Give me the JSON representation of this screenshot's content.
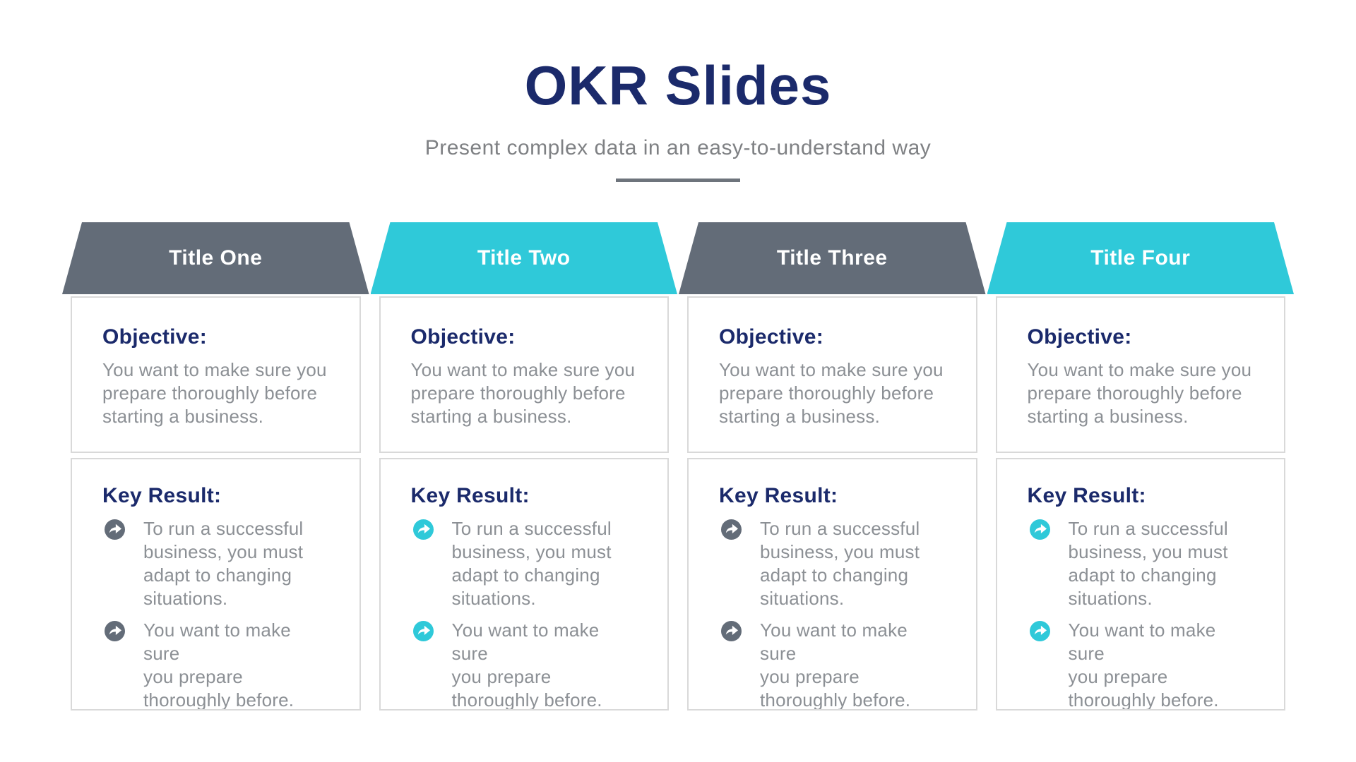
{
  "page": {
    "title": "OKR Slides",
    "subtitle": "Present complex data in an easy-to-understand way"
  },
  "colors": {
    "navy_heading": "#1b2a6b",
    "slate_gray_header": "#636c78",
    "cyan_header": "#2fc9d9",
    "body_text": "#8c9095",
    "subtitle_text": "#7f8184",
    "card_border": "#d9d9d9",
    "divider": "#6e747c",
    "header_text": "#ffffff"
  },
  "columns": [
    {
      "title": "Title One",
      "theme": "gray",
      "objective_label": "Objective:",
      "objective_text": "You want to make sure you\nprepare thoroughly before\nstarting a business.",
      "key_result_label": "Key Result:",
      "key_results": [
        {
          "icon": "circle-arrow-right-icon",
          "text": "To run a successful\nbusiness, you must\nadapt to changing\nsituations."
        },
        {
          "icon": "circle-arrow-right-icon",
          "text": "You want to make sure\nyou prepare\nthoroughly before."
        }
      ]
    },
    {
      "title": "Title Two",
      "theme": "cyan",
      "objective_label": "Objective:",
      "objective_text": "You want to make sure you\nprepare thoroughly before\nstarting a business.",
      "key_result_label": "Key Result:",
      "key_results": [
        {
          "icon": "circle-arrow-right-icon",
          "text": "To run a successful\nbusiness, you must\nadapt to changing\nsituations."
        },
        {
          "icon": "circle-arrow-right-icon",
          "text": "You want to make sure\nyou prepare\nthoroughly before."
        }
      ]
    },
    {
      "title": "Title Three",
      "theme": "gray",
      "objective_label": "Objective:",
      "objective_text": "You want to make sure you\nprepare thoroughly before\nstarting a business.",
      "key_result_label": "Key Result:",
      "key_results": [
        {
          "icon": "circle-arrow-right-icon",
          "text": "To run a successful\nbusiness, you must\nadapt to changing\nsituations."
        },
        {
          "icon": "circle-arrow-right-icon",
          "text": "You want to make sure\nyou prepare\nthoroughly before."
        }
      ]
    },
    {
      "title": "Title Four",
      "theme": "cyan",
      "objective_label": "Objective:",
      "objective_text": "You want to make sure you\nprepare thoroughly before\nstarting a business.",
      "key_result_label": "Key Result:",
      "key_results": [
        {
          "icon": "circle-arrow-right-icon",
          "text": "To run a successful\nbusiness, you must\nadapt to changing\nsituations."
        },
        {
          "icon": "circle-arrow-right-icon",
          "text": "You want to make sure\nyou prepare\nthoroughly before."
        }
      ]
    }
  ]
}
